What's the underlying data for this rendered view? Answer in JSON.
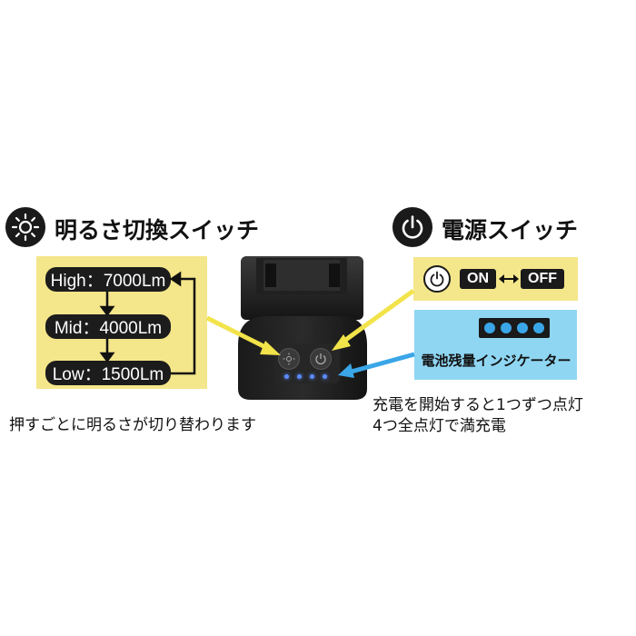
{
  "brightness_section": {
    "title": "明るさ切換スイッチ",
    "icon": "sun-icon",
    "modes": [
      "High：7000Lm",
      "Mid：4000Lm",
      "Low：1500Lm"
    ],
    "note": "押すごとに明るさが切り替わります"
  },
  "power_section": {
    "title": "電源スイッチ",
    "icon": "power-icon",
    "on_label": "ON",
    "off_label": "OFF",
    "battery_indicator_label": "電池残量インジケーター",
    "battery_dots": 4,
    "note_line1": "充電を開始すると1つずつ点灯",
    "note_line2": "4つ全点灯で満充電"
  },
  "colors": {
    "yellow_box": "#f4e68a",
    "blue_box": "#8fd6f3",
    "led_blue": "#3aa6e8",
    "dark": "#1a1a1a"
  }
}
